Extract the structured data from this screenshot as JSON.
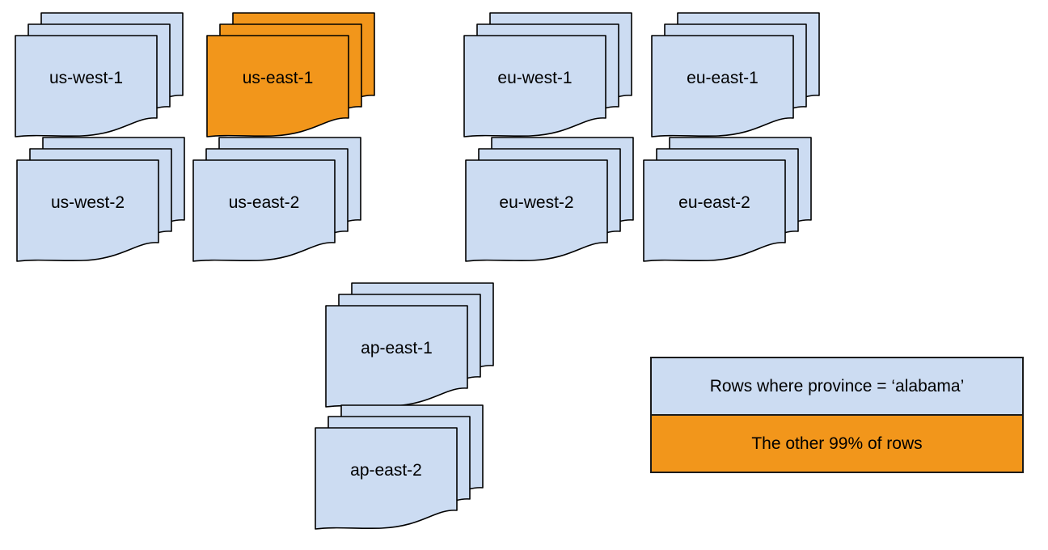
{
  "diagram": {
    "description": "Document stacks per region with legend",
    "colors": {
      "blue": "#ccdcf2",
      "orange": "#f2961b",
      "stroke": "#000000",
      "background": "#ffffff"
    },
    "stacks": [
      {
        "label": "us-west-1",
        "variant": "blue"
      },
      {
        "label": "us-east-1",
        "variant": "orange"
      },
      {
        "label": "eu-west-1",
        "variant": "blue"
      },
      {
        "label": "eu-east-1",
        "variant": "blue"
      },
      {
        "label": "us-west-2",
        "variant": "blue"
      },
      {
        "label": "us-east-2",
        "variant": "blue"
      },
      {
        "label": "eu-west-2",
        "variant": "blue"
      },
      {
        "label": "eu-east-2",
        "variant": "blue"
      },
      {
        "label": "ap-east-1",
        "variant": "blue"
      },
      {
        "label": "ap-east-2",
        "variant": "blue"
      }
    ],
    "legend": {
      "items": [
        {
          "label": "Rows where province = ‘alabama’",
          "variant": "blue"
        },
        {
          "label": "The other 99% of rows",
          "variant": "orange"
        }
      ]
    }
  }
}
